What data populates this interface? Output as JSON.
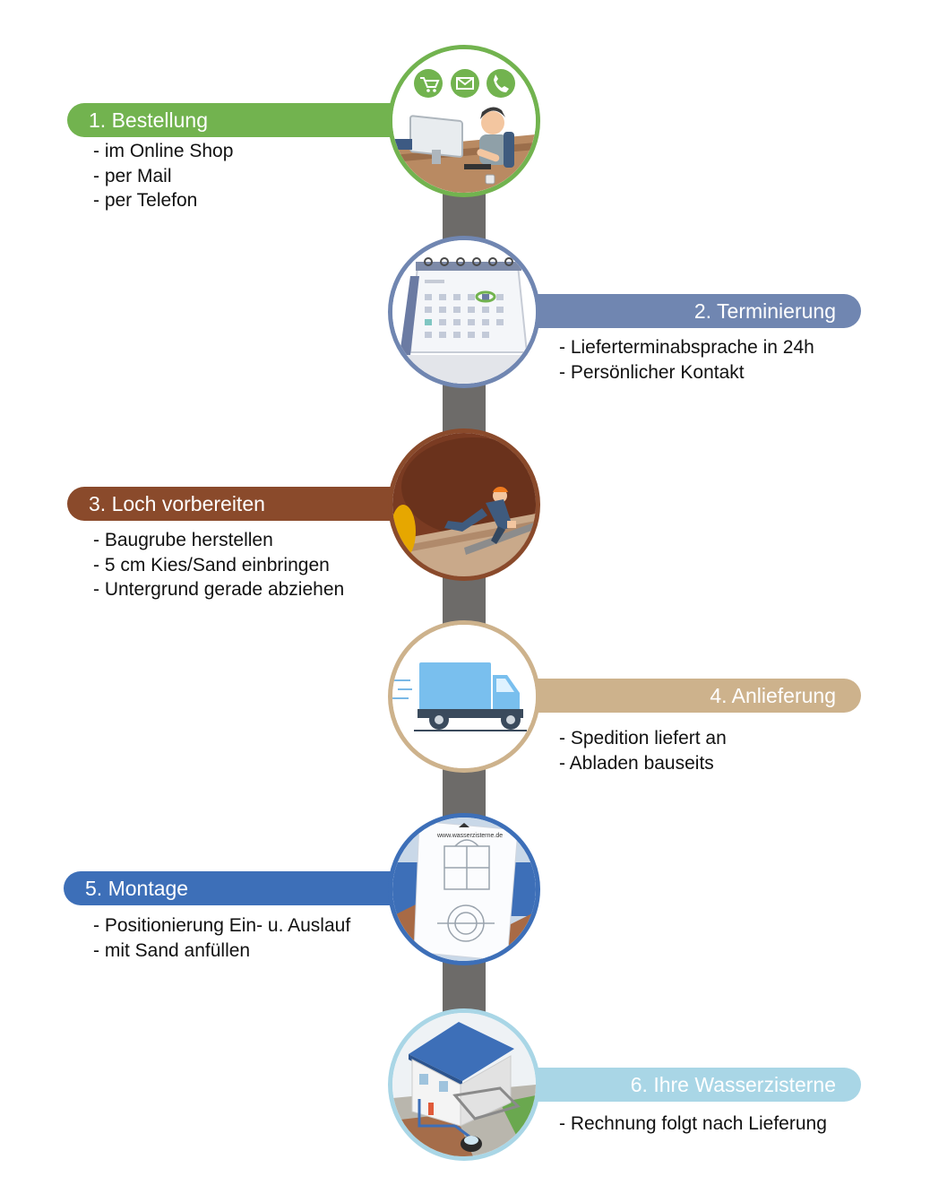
{
  "steps": [
    {
      "title": "1. Bestellung",
      "color": "#72b34f",
      "items": [
        "- im Online Shop",
        "- per Mail",
        "- per Telefon"
      ],
      "icon": "order-computer-icon"
    },
    {
      "title": "2. Terminierung",
      "color": "#7086b1",
      "items": [
        "- Lieferterminabsprache in 24h",
        "- Persönlicher Kontakt"
      ],
      "icon": "calendar-icon"
    },
    {
      "title": "3. Loch vorbereiten",
      "color": "#8a4a2b",
      "items": [
        "- Baugrube herstellen",
        "- 5 cm Kies/Sand einbringen",
        "- Untergrund gerade abziehen"
      ],
      "icon": "excavation-worker-icon"
    },
    {
      "title": "4. Anlieferung",
      "color": "#cdb28c",
      "items": [
        "- Spedition liefert an",
        "- Abladen bauseits"
      ],
      "icon": "delivery-truck-icon"
    },
    {
      "title": "5. Montage",
      "color": "#3d6fb8",
      "items": [
        "- Positionierung Ein- u. Auslauf",
        "- mit Sand anfüllen"
      ],
      "icon": "installation-plan-icon",
      "plan_label": "www.wasserzisterne.de"
    },
    {
      "title": "6. Ihre Wasserzisterne",
      "color": "#a9d6e6",
      "items": [
        "- Rechnung folgt nach Lieferung"
      ],
      "icon": "house-cistern-icon"
    }
  ],
  "spine_color": "#6d6b69"
}
